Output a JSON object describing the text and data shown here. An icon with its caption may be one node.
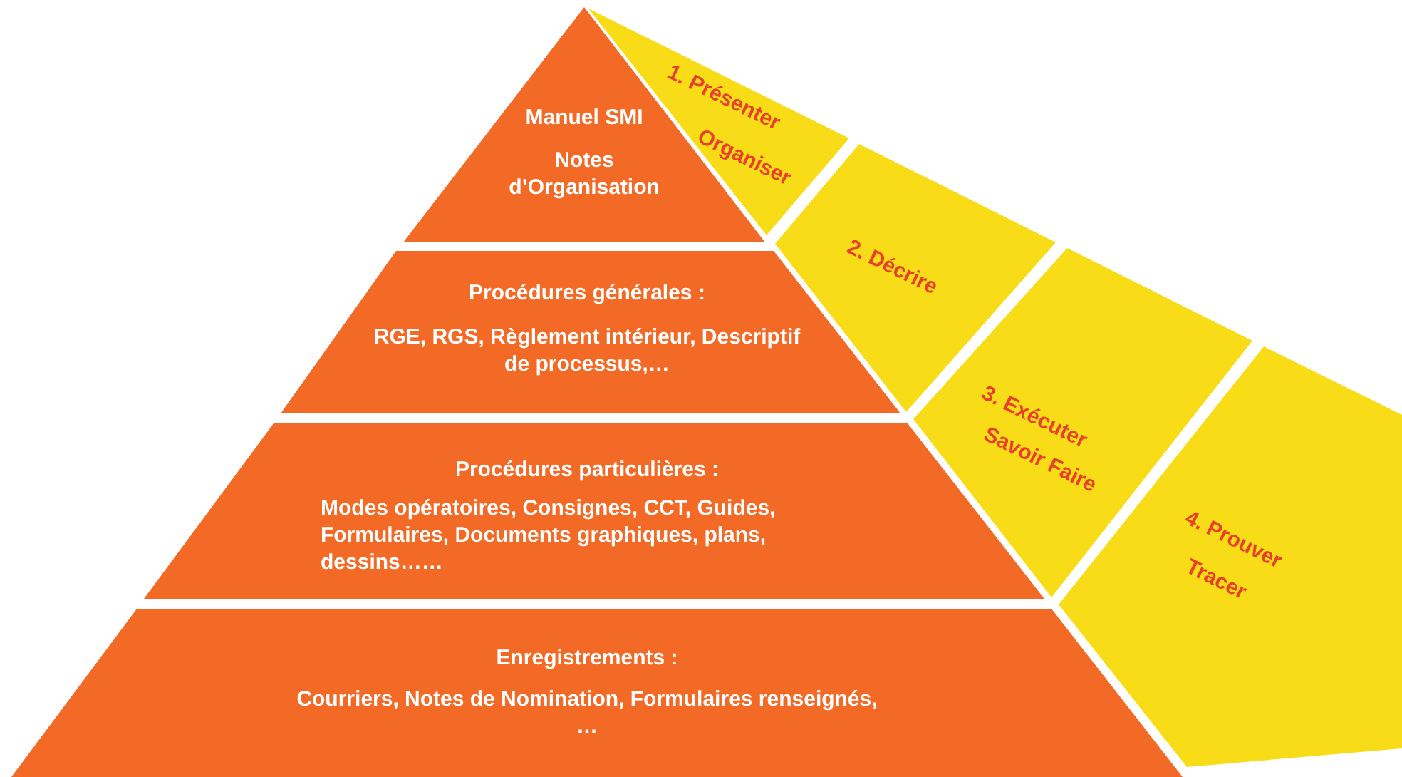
{
  "diagram": {
    "nodes": [
      {
        "text": [
          "Manuel SMI",
          "Notes d’Organisation"
        ]
      },
      {
        "text": [
          "Procédures générales :",
          "RGE, RGS, Règlement intérieur, Descriptif de processus,…"
        ]
      },
      {
        "text": [
          "Procédures particulières :",
          "Modes opératoires, Consignes, CCT, Guides, Formulaires, Documents graphiques, plans, dessins……"
        ]
      },
      {
        "text": [
          "Enregistrements :",
          "Courriers, Notes de Nomination, Formulaires renseignés, …"
        ]
      },
      {
        "text": [
          "1. Présenter",
          "Organiser"
        ]
      },
      {
        "text": [
          "2. Décrire"
        ]
      },
      {
        "text": [
          "3. Exécuter",
          "Savoir Faire"
        ]
      },
      {
        "text": [
          "4. Prouver",
          "Tracer"
        ]
      }
    ]
  }
}
